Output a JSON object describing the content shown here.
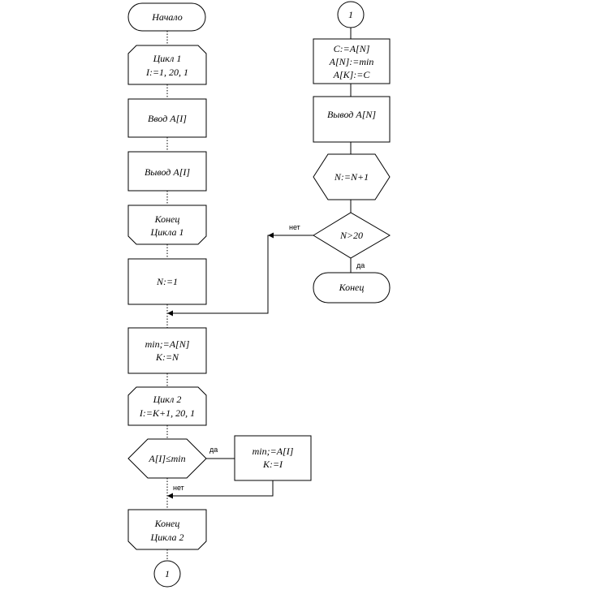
{
  "nodes": {
    "start": "Начало",
    "loop1_head": [
      "Цикл 1",
      "I:=1, 20, 1"
    ],
    "input": "Ввод A[I]",
    "output1": "Вывод A[I]",
    "loop1_end": [
      "Конец",
      "Цикла 1"
    ],
    "init_n": "N:=1",
    "set_min": [
      "min;=A[N]",
      "K:=N"
    ],
    "loop2_head": [
      "Цикл 2",
      "I:=K+1, 20, 1"
    ],
    "cond_min": "A[I]≤min",
    "update_min": [
      "min;=A[I]",
      "K:=I"
    ],
    "loop2_end": [
      "Конец",
      "Цикла 2"
    ],
    "connector_out": "1",
    "connector_in": "1",
    "swap": [
      "C:=A[N]",
      "A[N]:=min",
      "A[K]:=C"
    ],
    "output_n": "Вывод A[N]",
    "inc_n": "N:=N+1",
    "cond_n": "N>20",
    "end": "Конец"
  },
  "edge_labels": {
    "cond_min_yes": "да",
    "cond_min_no": "нет",
    "cond_n_yes": "да",
    "cond_n_no": "нет"
  }
}
